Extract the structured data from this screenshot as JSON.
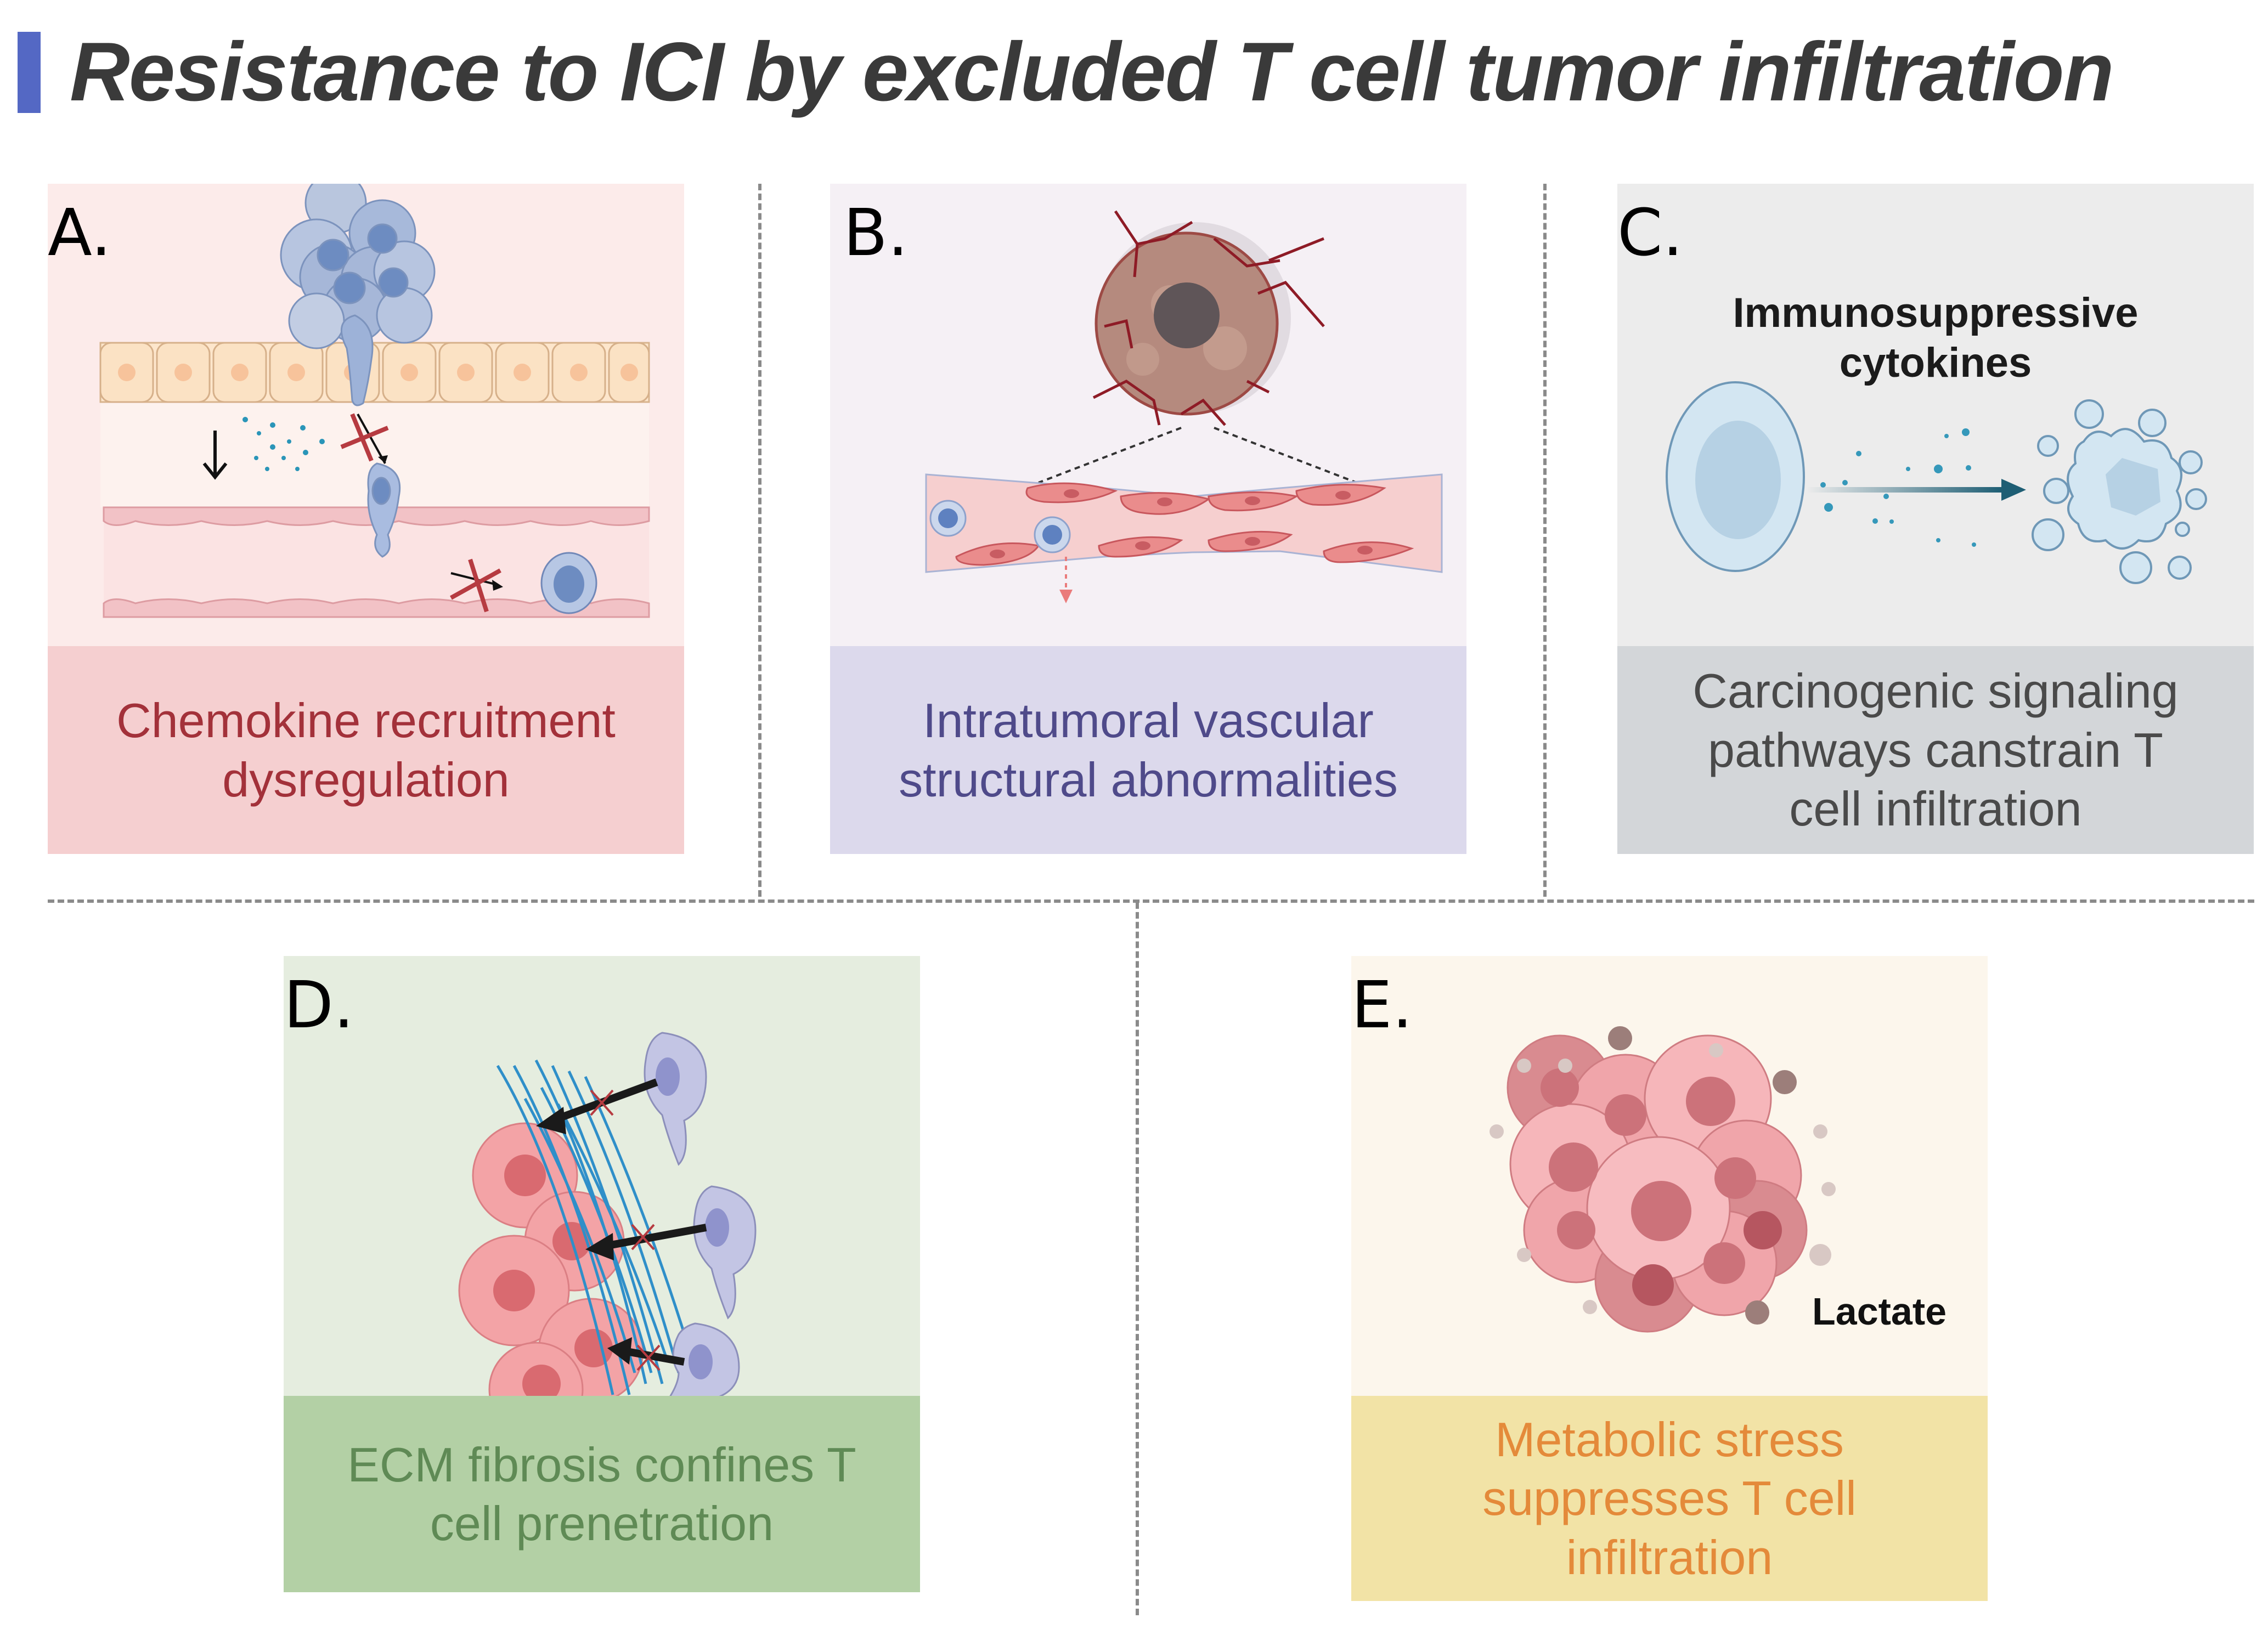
{
  "title": "Resistance to ICI by excluded T cell tumor infiltration",
  "colors": {
    "title_bar": "#5468c4",
    "title_text": "#3a3a3a",
    "divider": "#8a8a8a"
  },
  "panels": [
    {
      "id": "A",
      "letter": "A.",
      "caption_lines": [
        "Chemokine recruitment",
        "dysregulation"
      ],
      "art_bg": "#fcebea",
      "caption_bg": "#f5cfd0",
      "caption_color": "#a3313a",
      "art_icons": [
        "tumor-cell-cluster-icon",
        "epithelial-layer-icon",
        "chemokine-dots-icon",
        "blocked-migration-cross-icon",
        "endothelial-vessel-icon",
        "t-cell-icon",
        "down-arrow-icon"
      ]
    },
    {
      "id": "B",
      "letter": "B.",
      "caption_lines": [
        "Intratumoral vascular",
        "structural abnormalities"
      ],
      "art_bg": "#f5f0f5",
      "caption_bg": "#dcd9ec",
      "caption_color": "#4f4a8a",
      "art_icons": [
        "vascularized-tumor-icon",
        "abnormal-vessel-icon",
        "t-cell-icon",
        "dashed-down-arrow-icon"
      ]
    },
    {
      "id": "C",
      "letter": "C.",
      "annotation_lines": [
        "Immunosuppressive",
        "cytokines"
      ],
      "caption_lines": [
        "Carcinogenic signaling",
        "pathways canstrain T",
        "cell infiltration"
      ],
      "art_bg": "#ececec",
      "caption_bg": "#d3d6d9",
      "caption_color": "#4a4a4a",
      "art_icons": [
        "tumor-cell-icon",
        "cytokine-arrow-icon",
        "apoptotic-t-cell-icon"
      ]
    },
    {
      "id": "D",
      "letter": "D.",
      "caption_lines": [
        "ECM fibrosis confines T",
        "cell prenetration"
      ],
      "art_bg": "#e5eddf",
      "caption_bg": "#b3d0a5",
      "caption_color": "#5f8a55",
      "art_icons": [
        "tumor-cells-icon",
        "ecm-fibers-icon",
        "t-cell-icon",
        "blocked-arrow-icon"
      ]
    },
    {
      "id": "E",
      "letter": "E.",
      "annotation_lines": [
        "Lactate"
      ],
      "caption_lines": [
        "Metabolic stress",
        "suppresses T cell",
        "infiltration"
      ],
      "art_bg": "#fcf6ec",
      "caption_bg": "#f2e3a6",
      "caption_color": "#e48a3a",
      "art_icons": [
        "tumor-cell-cluster-icon",
        "lactate-molecule-icon"
      ]
    }
  ]
}
